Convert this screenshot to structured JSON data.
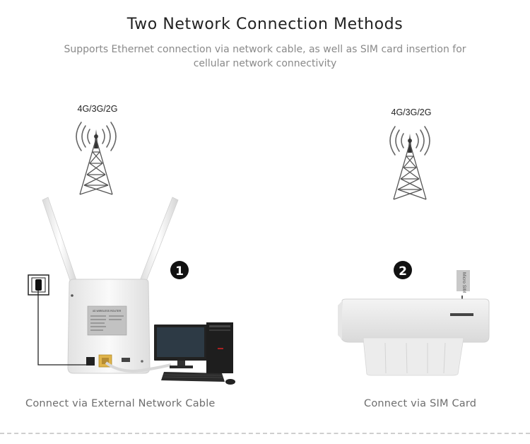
{
  "title": "Two Network Connection Methods",
  "subtitle": "Supports Ethernet connection via network cable, as well as SIM card insertion for cellular network connectivity",
  "methods": [
    {
      "number": "1",
      "tower_label": "4G/3G/2G",
      "caption": "Connect via External Network Cable"
    },
    {
      "number": "2",
      "tower_label": "4G/3G/2G",
      "caption": "Connect via SIM Card",
      "sim_label": "Micro SIM"
    }
  ],
  "router_label": "4G WIRELESS ROUTER"
}
